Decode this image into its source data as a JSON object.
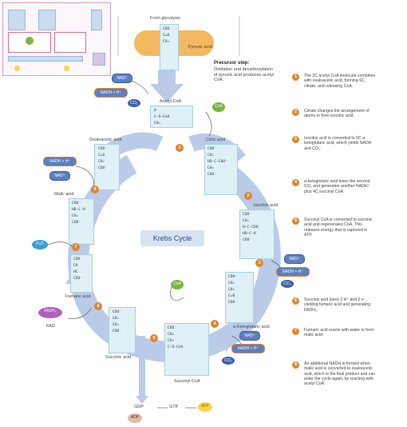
{
  "top": {
    "from_glycolysis": "From glycolysis",
    "pyruvic_acid": "Pyruvic acid",
    "precursor_step_title": "Precursor step:",
    "precursor_step_text": "Oxidation and decarboxylation of pyruvic acid produces acetyl CoA."
  },
  "center": {
    "title": "Krebs Cycle"
  },
  "molecules": {
    "acetyl_coa": "Acetyl CoA",
    "citric_acid": "Citric acid",
    "isocitric_acid": "Isocitric acid",
    "ketoglutaric_acid": "α-Ketoglutaric acid",
    "succinyl_coa": "Succinyl CoA",
    "succinic_acid": "Succinic acid",
    "fumaric_acid": "Fumaric acid",
    "malic_acid": "Malic acid",
    "oxaloacetic_acid": "Oxaloacetic acid"
  },
  "cofactors": {
    "nad": "NAD⁺",
    "nadh": "NADH + H⁺",
    "co2": "CO₂",
    "coa": "CoA",
    "h2o": "H₂O",
    "fadh2": "FADH₂",
    "fad": "FAD",
    "gdp": "GDP",
    "gtp": "GTP",
    "atp": "ATP",
    "adp": "ADP"
  },
  "steps": [
    {
      "num": "1",
      "text": "The 2C acetyl CoA molecule combines with oxaloacetic acid, forming 6C citrate, and releasing CoA."
    },
    {
      "num": "2",
      "text": "Citrate changes the arrangement of atoms to form isocitric acid."
    },
    {
      "num": "3",
      "text": "Isocitric acid is converted to 5C α-ketoglutaric acid, which yields NADH and CO₂."
    },
    {
      "num": "4",
      "text": "α-ketoglutaric acid loses the second CO₂ and generates another NADH⁺ plus 4C succinyl CoA."
    },
    {
      "num": "5",
      "text": "Succinyl CoA is converted to succinic acid and regenerates CoA. This releases energy that is captured in ATP."
    },
    {
      "num": "6",
      "text": "Succinic acid loses 2 H⁺ and 2 e⁻, yielding fumaric acid and generating FADH₂."
    },
    {
      "num": "7",
      "text": "Fumaric acid reacts with water to form malic acid."
    },
    {
      "num": "8",
      "text": "An additional NADH is formed when malic acid is converted to oxaloacetic acid, which is the final product and can enter the cycle again, by reacting with acetyl CoA."
    }
  ],
  "colors": {
    "cycle_arrow": "#b9cbe8",
    "molecule_box": "#dff0f6",
    "step_badge": "#e0852f",
    "nad_pill": "#5d7fc0",
    "pyruvate_capsule": "#f4b860"
  }
}
